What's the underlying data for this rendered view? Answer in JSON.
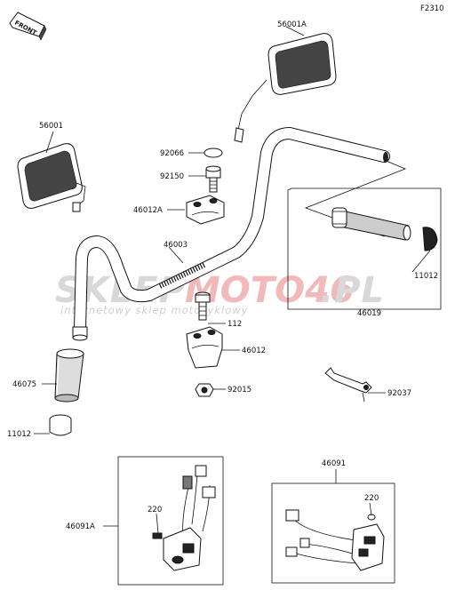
{
  "diagram_code": "F2310",
  "front_label": "FRONT",
  "watermark": {
    "brand_part1": "SKLEP",
    "brand_part2": "MOTO46",
    "brand_part3": ".PL",
    "tagline": "internetowy sklep motocyklowy"
  },
  "labels": {
    "p56001A": "56001A",
    "p56001": "56001",
    "p92066": "92066",
    "p92150": "92150",
    "p46012A": "46012A",
    "p46003": "46003",
    "p11012_right": "11012",
    "p46019": "46019",
    "p112": "112",
    "p46012": "46012",
    "p46075": "46075",
    "p92015": "92015",
    "p92037": "92037",
    "p11012_left": "11012",
    "p46091": "46091",
    "p220_right": "220",
    "p46091A": "46091A",
    "p220_left": "220"
  }
}
